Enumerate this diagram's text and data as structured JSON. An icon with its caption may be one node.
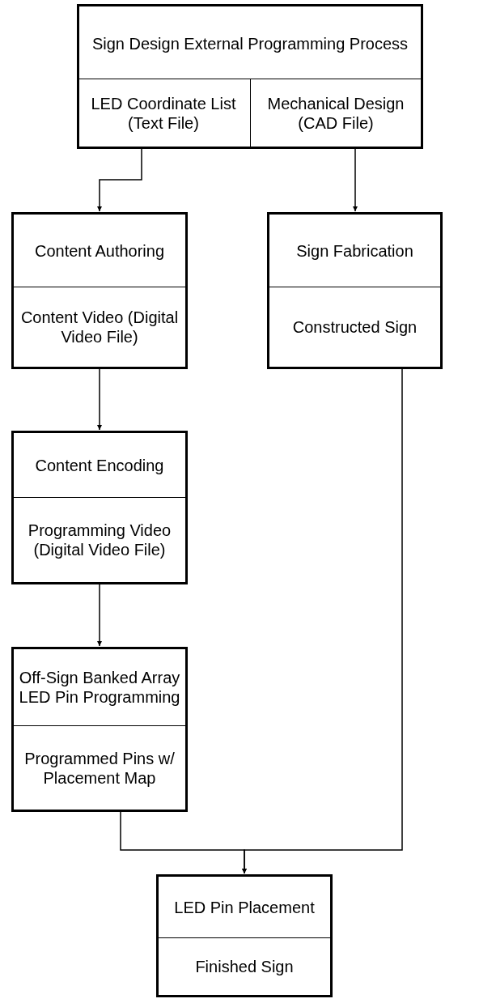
{
  "diagram": {
    "nodes": [
      {
        "text": [
          "Sign Design External Programming Process"
        ]
      },
      {
        "text": [
          "LED Coordinate List (Text File)"
        ],
        "in": 0
      },
      {
        "text": [
          "Mechanical Design (CAD File)"
        ],
        "in": 0
      },
      {
        "text": [
          "Content Authoring",
          "Content Video (Digital Video File)"
        ]
      },
      {
        "text": [
          "Sign Fabrication",
          "Constructed Sign"
        ]
      },
      {
        "text": [
          "Content Encoding",
          "Programming Video (Digital Video File)"
        ]
      },
      {
        "text": [
          "Off-Sign Banked Array LED Pin Programming",
          "Programmed Pins w/ Placement Map"
        ]
      },
      {
        "text": [
          "LED Pin Placement",
          "Finished Sign"
        ]
      }
    ],
    "edges": [
      {
        "from": 1,
        "to": 3,
        "arrow": "to"
      },
      {
        "from": 2,
        "to": 4,
        "arrow": "to"
      },
      {
        "from": 3,
        "to": 5,
        "arrow": "to"
      },
      {
        "from": 5,
        "to": 6,
        "arrow": "to"
      },
      {
        "from": 6,
        "to": 7,
        "arrow": "to"
      },
      {
        "from": 4,
        "to": 7,
        "arrow": "to"
      }
    ]
  }
}
